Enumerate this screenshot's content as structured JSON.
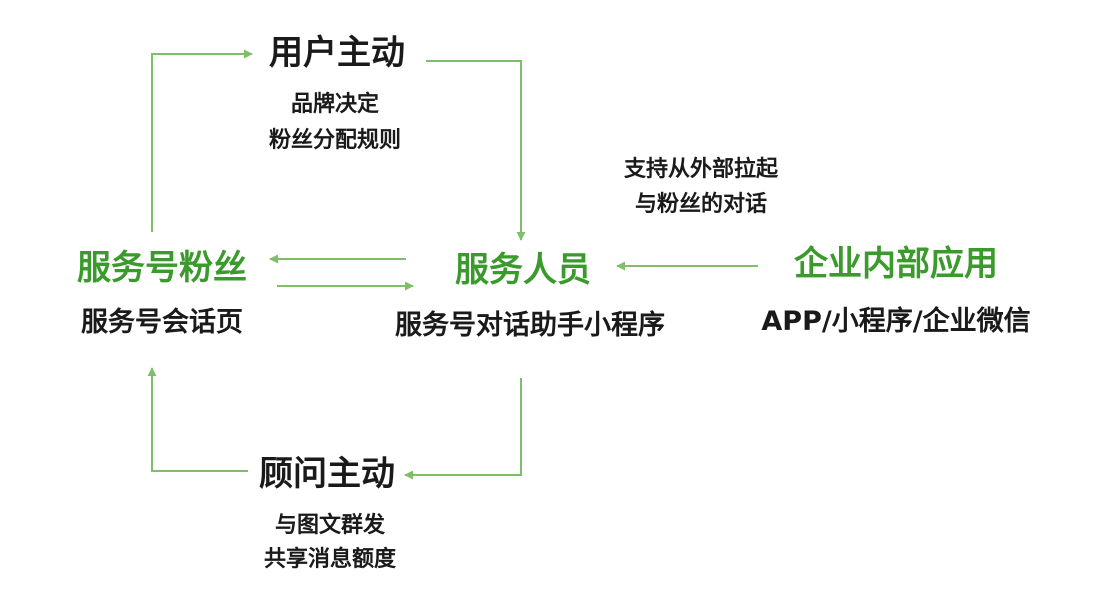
{
  "nodes": {
    "user_active": {
      "title": "用户主动",
      "note_lines": [
        "品牌决定",
        "粉丝分配规则"
      ]
    },
    "service_fans": {
      "title": "服务号粉丝",
      "subtitle": "服务号会话页"
    },
    "service_staff": {
      "title": "服务人员",
      "subtitle": "服务号对话助手小程序"
    },
    "enterprise_app": {
      "title": "企业内部应用",
      "subtitle": "APP/小程序/企业微信"
    },
    "advisor_active": {
      "title": "顾问主动",
      "note_lines": [
        "与图文群发",
        "共享消息额度"
      ]
    }
  },
  "edge_notes": {
    "external_launch": [
      "支持从外部拉起",
      "与粉丝的对话"
    ]
  },
  "colors": {
    "green": "#3a9a2c",
    "arrow": "#7fbf6a",
    "text": "#1a1a1a"
  }
}
